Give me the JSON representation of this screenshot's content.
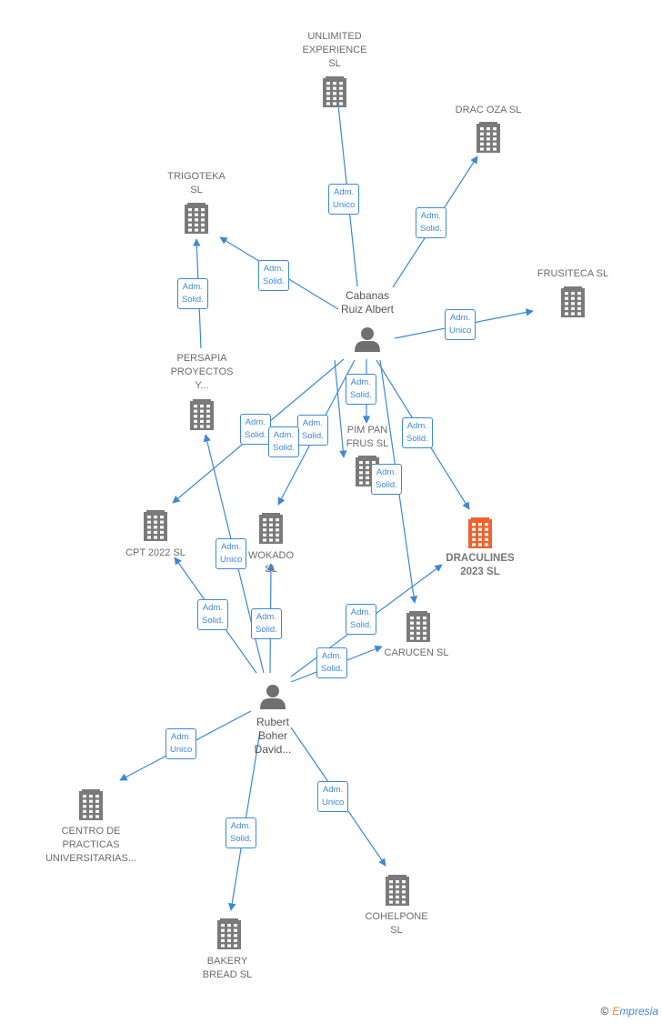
{
  "people": [
    {
      "id": "cabanas",
      "name": "Cabanas\nRuiz Albert"
    },
    {
      "id": "rubert",
      "name": "Rubert\nBoher\nDavid..."
    }
  ],
  "companies": [
    {
      "id": "unlimited",
      "name": "UNLIMITED\nEXPERIENCE\nSL",
      "highlight": false
    },
    {
      "id": "dracoza",
      "name": "DRAC OZA  SL",
      "highlight": false
    },
    {
      "id": "trigoteka",
      "name": "TRIGOTEKA\nSL",
      "highlight": false
    },
    {
      "id": "frusiteca",
      "name": "FRUSITECA  SL",
      "highlight": false
    },
    {
      "id": "persapia",
      "name": "PERSAPIA\nPROYECTOS\nY...",
      "highlight": false
    },
    {
      "id": "pimpan",
      "name": "PIM PAN\nFRUS  SL",
      "highlight": false
    },
    {
      "id": "draculines",
      "name": "DRACULINES\n2023  SL",
      "highlight": true
    },
    {
      "id": "cpt2022",
      "name": "CPT 2022  SL",
      "highlight": false
    },
    {
      "id": "wokado",
      "name": "WOKADO\nSL",
      "highlight": false
    },
    {
      "id": "carucen",
      "name": "CARUCEN  SL",
      "highlight": false
    },
    {
      "id": "centro",
      "name": "CENTRO DE\nPRACTICAS\nUNIVERSITARIAS...",
      "highlight": false
    },
    {
      "id": "cohelpone",
      "name": "COHELPONE\nSL",
      "highlight": false
    },
    {
      "id": "bakery",
      "name": "BAKERY\nBREAD  SL",
      "highlight": false
    }
  ],
  "edges": [
    {
      "from": "cabanas",
      "to": "unlimited",
      "label": "Adm.\nUnico"
    },
    {
      "from": "cabanas",
      "to": "dracoza",
      "label": "Adm.\nSolid."
    },
    {
      "from": "cabanas",
      "to": "trigoteka",
      "label": "Adm.\nSolid."
    },
    {
      "from": "persapia",
      "to": "trigoteka",
      "label": "Adm.\nSolid."
    },
    {
      "from": "cabanas",
      "to": "frusiteca",
      "label": "Adm.\nUnico"
    },
    {
      "from": "cabanas",
      "to": "pimpan",
      "label": "Adm.\nSolid."
    },
    {
      "from": "cabanas",
      "to": "cpt2022",
      "label": "Adm.\nSolid."
    },
    {
      "from": "cabanas",
      "to": "pimpan",
      "label": "Adm.\nSolid."
    },
    {
      "from": "cabanas",
      "to": "wokado",
      "label": "Adm.\nSolid."
    },
    {
      "from": "cabanas",
      "to": "draculines",
      "label": "Adm.\nSolid."
    },
    {
      "from": "cabanas",
      "to": "carucen",
      "label": "Adm.\nSolid."
    },
    {
      "from": "rubert",
      "to": "persapia",
      "label": "Adm.\nUnico"
    },
    {
      "from": "rubert",
      "to": "cpt2022",
      "label": "Adm.\nSolid."
    },
    {
      "from": "rubert",
      "to": "wokado",
      "label": "Adm.\nSolid."
    },
    {
      "from": "rubert",
      "to": "draculines",
      "label": "Adm.\nSolid."
    },
    {
      "from": "rubert",
      "to": "carucen",
      "label": "Adm.\nSolid."
    },
    {
      "from": "rubert",
      "to": "centro",
      "label": "Adm.\nUnico"
    },
    {
      "from": "rubert",
      "to": "cohelpone",
      "label": "Adm.\nUnico"
    },
    {
      "from": "rubert",
      "to": "bakery",
      "label": "Adm.\nSolid."
    }
  ],
  "colors": {
    "edge": "#3d87d8",
    "building": "#7a7a7a",
    "building_highlight": "#f0622e",
    "person": "#6f6f6f"
  },
  "footer": {
    "copyright": "©",
    "brand_e": "E",
    "brand_rest": "mpresia"
  }
}
